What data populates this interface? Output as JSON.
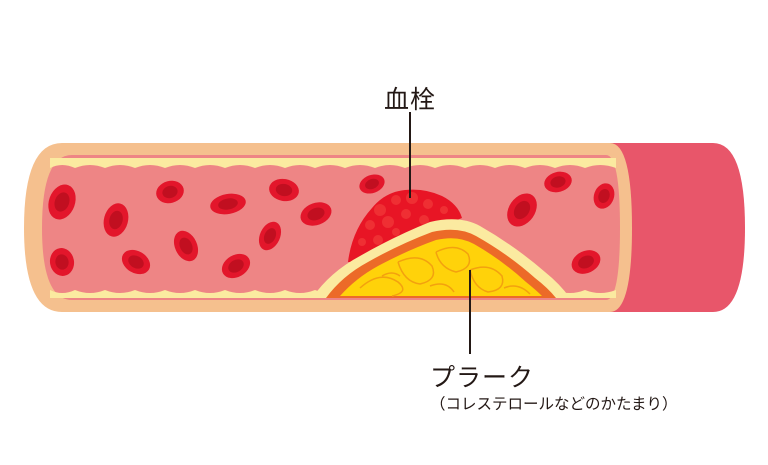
{
  "labels": {
    "thrombus": "血栓",
    "plaque": "プラーク",
    "plaque_note": "（コレステロールなどのかたまり）"
  },
  "colors": {
    "vessel_outer": "#e8566a",
    "vessel_wall": "#f5c08e",
    "lumen": "#ee8585",
    "intima": "#fbeaa0",
    "red_cell": "#e3162b",
    "red_cell_center": "#c10f20",
    "thrombus": "#e81525",
    "plaque_core": "#ffd20a",
    "plaque_rim": "#ec6a28",
    "leader_line": "#231815",
    "text": "#231815"
  }
}
